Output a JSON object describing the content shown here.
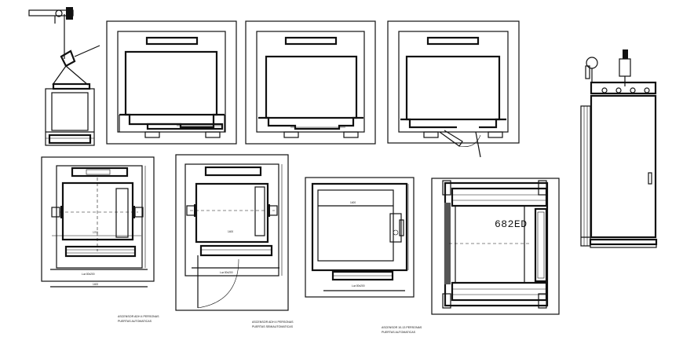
{
  "labels": {
    "plan_a_dim_door": "Luz 80x200",
    "plan_a_dim_width": "1400",
    "plan_a_dim_side": "1700",
    "plan_a_caption_1": "ASCENSOR ADH 4 PERSONAS",
    "plan_a_caption_2": "PUERTAS AUTOMATICAS",
    "plan_b_dim_door": "Luz 80x200",
    "plan_b_dim_width": "1400",
    "plan_b_caption_1": "ASCENSOR ADH 4 PERSONAS",
    "plan_b_caption_2": "PUERTAS SEMIAUTOMATICAS",
    "plan_c_dim_top": "1400",
    "plan_c_dim_door": "Luz 80x200",
    "plan_c_caption_1": "ASCENSOR 10-13 PERSONAS",
    "plan_c_caption_2": "PUERTAS AUTOMATICAS",
    "plan_d_code": "682ED"
  }
}
